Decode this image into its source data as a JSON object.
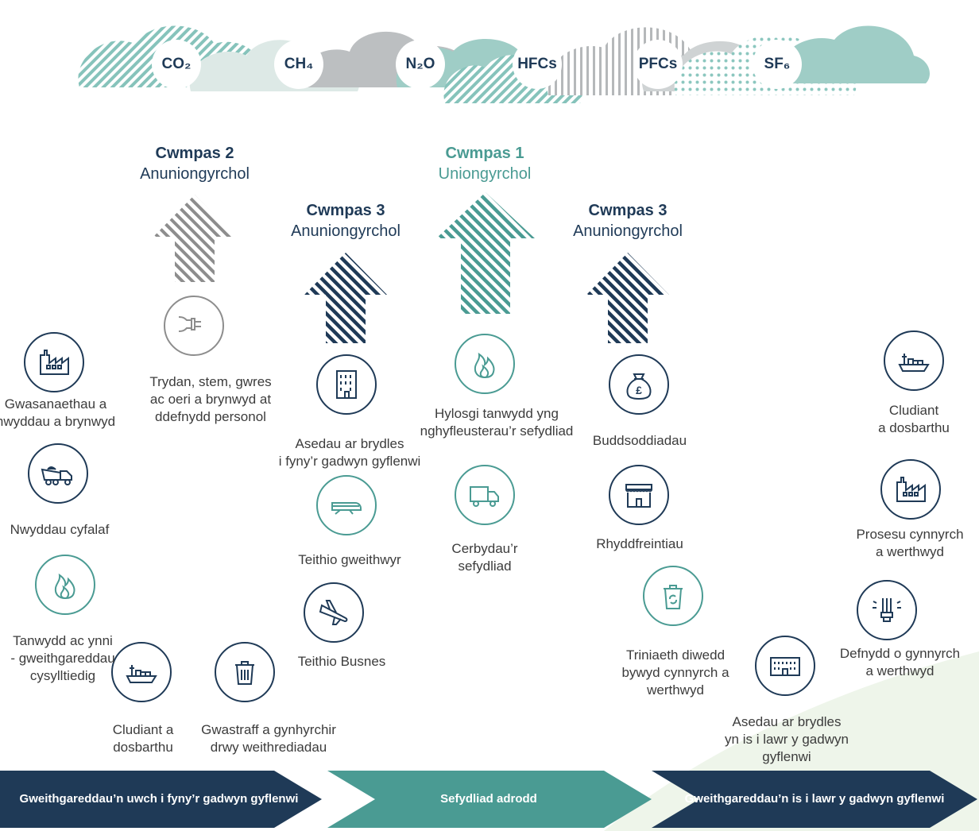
{
  "gases": [
    "CO₂",
    "CH₄",
    "N₂O",
    "HFCs",
    "PFCs",
    "SF₆"
  ],
  "scopes": {
    "scope2": {
      "title": "Cwmpas 2",
      "sub": "Anuniongyrchol"
    },
    "scope3_up": {
      "title": "Cwmpas 3",
      "sub": "Anuniongyrchol"
    },
    "scope1": {
      "title": "Cwmpas 1",
      "sub": "Uniongyrchol"
    },
    "scope3_down": {
      "title": "Cwmpas 3",
      "sub": "Anuniongyrchol"
    }
  },
  "items": {
    "purchased_goods": "Gwasanaethau a\nnwyddau a brynwyd",
    "capital_goods": "Nwyddau cyfalaf",
    "fuel_energy": "Tanwydd ac ynni\n- gweithgareddau\ncysylltiedig",
    "transport_up": "Cludiant a\ndosbarthu",
    "waste": "Gwastraff a gynhyrchir\ndrwy weithrediadau",
    "electricity": "Trydan, stem, gwres\nac oeri a brynwyd at\nddefnydd personol",
    "leased_up": "Asedau ar brydles\ni fyny’r gadwyn gyflenwi",
    "commuting": "Teithio gweithwyr",
    "business_travel": "Teithio Busnes",
    "combustion": "Hylosgi tanwydd yng\nnghyfleusterau’r sefydliad",
    "vehicles": "Cerbydau’r\nsefydliad",
    "investments": "Buddsoddiadau",
    "franchises": "Rhyddfreintiau",
    "end_of_life": "Triniaeth diwedd\nbywyd cynnyrch a\nwerthwyd",
    "leased_down": "Asedau ar brydles\nyn is i lawr y gadwyn\ngyflenwi",
    "transport_down": "Cludiant\na dosbarthu",
    "processing": "Prosesu cynnyrch\na werthwyd",
    "use_of_products": "Defnydd o gynnyrch\na werthwyd"
  },
  "bands": {
    "upstream": "Gweithgareddau’n uwch i fyny’r gadwyn gyflenwi",
    "reporting": "Sefydliad adrodd",
    "downstream": "Gweithgareddau’n is i lawr y gadwyn gyflenwi"
  },
  "colors": {
    "navy": "#1f3a57",
    "teal": "#4a9b93",
    "grey": "#8d8d8d",
    "cloud_grey": "#bcbfc1",
    "cloud_teal": "#9fcdc6"
  }
}
